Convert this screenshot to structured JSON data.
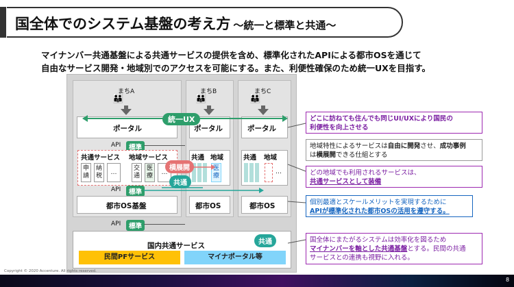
{
  "title": {
    "main": "国全体でのシステム基盤の考え方",
    "sub": "〜統一と標準と共通〜"
  },
  "lead": [
    "マイナンバー共通基盤による共通サービスの提供を含め、標準化されたAPIによる都市OSを通じて",
    "自由なサービス開発・地域別でのアクセスを可能にする。また、利便性確保のため統一UXを目指す。"
  ],
  "diagram": {
    "towns": [
      "まちA",
      "まちB",
      "まちC"
    ],
    "portal": "ポータル",
    "unified_ux": "統一UX",
    "api": "API",
    "standard": "標準",
    "common": "共通",
    "horizontal_expansion": "横展開",
    "town_a": {
      "common_service": "共通サービス",
      "regional_service": "地域サービス",
      "common_items": [
        "申請",
        "納税",
        "…"
      ],
      "regional_items": [
        "交通",
        "医療",
        "…"
      ],
      "os": "都市OS基盤"
    },
    "town_b": {
      "common": "共通",
      "regional": "地域",
      "regional_item": "医療",
      "os": "都市OS"
    },
    "town_c": {
      "common": "共通",
      "regional": "地域",
      "ellipsis": "…",
      "os": "都市OS"
    },
    "national": {
      "title": "国内共通サービス",
      "common_badge": "共通",
      "private_pf": "民間PFサービス",
      "myna_portal": "マイナポータル等"
    }
  },
  "callouts": {
    "c1": {
      "line1": "どこに訪ねても住んでも同じUI/UXにより国民の",
      "line2": "利便性を向上させる"
    },
    "c2": {
      "line1_a": "地域特性によるサービスは",
      "line1_b": "自由に開発",
      "line1_c": "させ、",
      "line1_d": "成功事例",
      "line2_a": "は",
      "line2_b": "横展開",
      "line2_c": "できる仕組とする"
    },
    "c3": {
      "line1": "どの地域でも利用されるサービスは、",
      "line2": "共通サービスとして装備"
    },
    "c4": {
      "line1": "個別最適とスケールメリットを実現するために",
      "line2": "APIが標準化された都市OSの活用を遵守する。"
    },
    "c5": {
      "line1": "国全体にまたがるシステムは効率化を図るため",
      "line2_a": "マイナンバーを軸とした共通基盤",
      "line2_b": "とする。民間の共通",
      "line3": "サービスとの連携も視野に入れる。"
    }
  },
  "footer": "Copyright © 2020 Accenture. All rights reserved.",
  "page_number": "8",
  "colors": {
    "standard_green": "#2e9e6b",
    "pink": "#e57373",
    "teal": "#26a69a",
    "purple": "#7b1fa2",
    "blue": "#1565c0",
    "orange": "#ffc107",
    "light_blue": "#81d4fa"
  }
}
